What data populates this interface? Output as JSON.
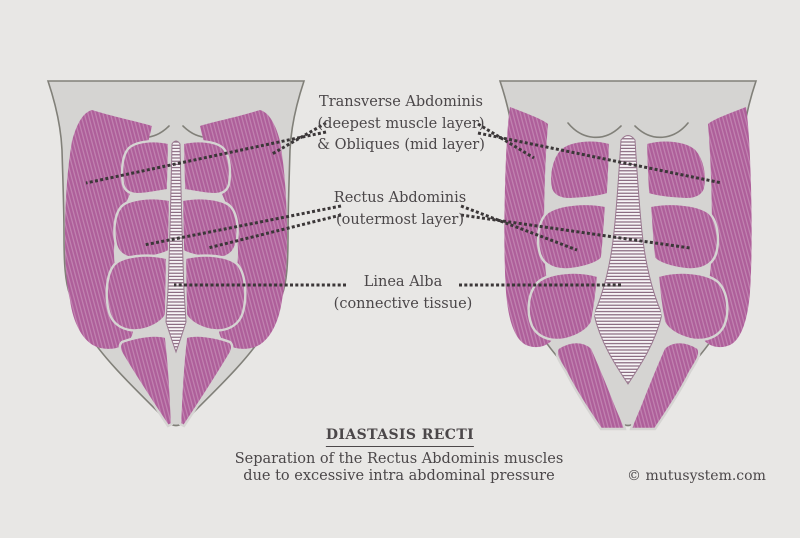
{
  "labels": {
    "transverse": {
      "line1": "Transverse Abdominis",
      "line2": "(deepest muscle layer)",
      "line3": "& Obliques (mid layer)"
    },
    "rectus": {
      "line1": "Rectus Abdominis",
      "line2": "(outermost layer)"
    },
    "linea": {
      "line1": "Linea Alba",
      "line2": "(connective tissue)"
    }
  },
  "caption": {
    "title": "DIASTASIS RECTI",
    "subtitle_line1": "Separation of the Rectus Abdominis muscles",
    "subtitle_line2": "due to excessive intra abdominal pressure"
  },
  "credit": "© mutusystem.com",
  "colors": {
    "bg": "#e8e7e5",
    "body": "#d5d4d2",
    "outline": "#818079",
    "muscle": "#ae5f9a",
    "muscle_stripe": "#c184b1",
    "linea_base": "#f7f4f6",
    "linea_stripe": "#7c5a72",
    "linea_edge": "#9a7890",
    "dots": "#3b3738",
    "ink": "#4b4749"
  }
}
